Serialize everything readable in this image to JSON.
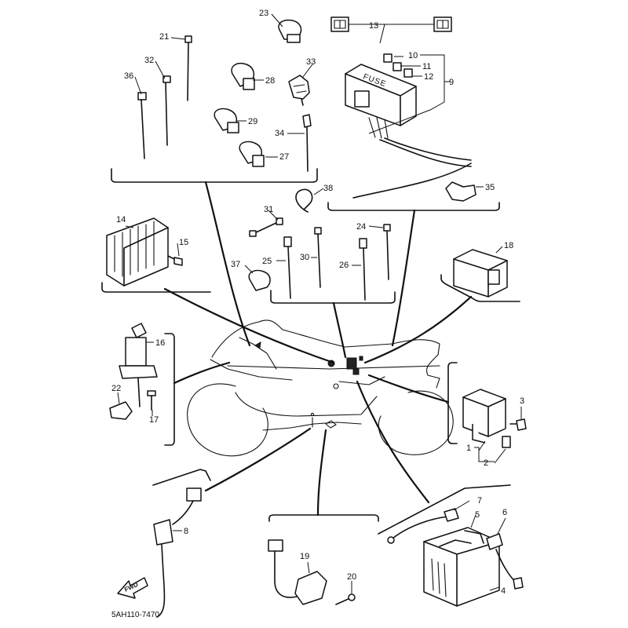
{
  "diagram": {
    "code": "5AH110-7470",
    "fwd_label": "FWD",
    "fuse_label": "FUSE",
    "callouts": [
      {
        "id": "c23",
        "label": "23"
      },
      {
        "id": "c21",
        "label": "21"
      },
      {
        "id": "c32",
        "label": "32"
      },
      {
        "id": "c36",
        "label": "36"
      },
      {
        "id": "c28",
        "label": "28"
      },
      {
        "id": "c33",
        "label": "33"
      },
      {
        "id": "c29",
        "label": "29"
      },
      {
        "id": "c34",
        "label": "34"
      },
      {
        "id": "c27",
        "label": "27"
      },
      {
        "id": "c13",
        "label": "13"
      },
      {
        "id": "c10",
        "label": "10"
      },
      {
        "id": "c11",
        "label": "11"
      },
      {
        "id": "c12",
        "label": "12"
      },
      {
        "id": "c9",
        "label": "9"
      },
      {
        "id": "c35",
        "label": "35"
      },
      {
        "id": "c38",
        "label": "38"
      },
      {
        "id": "c31",
        "label": "31"
      },
      {
        "id": "c24",
        "label": "24"
      },
      {
        "id": "c14",
        "label": "14"
      },
      {
        "id": "c15",
        "label": "15"
      },
      {
        "id": "c25",
        "label": "25"
      },
      {
        "id": "c30",
        "label": "30"
      },
      {
        "id": "c26",
        "label": "26"
      },
      {
        "id": "c37",
        "label": "37"
      },
      {
        "id": "c18",
        "label": "18"
      },
      {
        "id": "c16",
        "label": "16"
      },
      {
        "id": "c22",
        "label": "22"
      },
      {
        "id": "c17",
        "label": "17"
      },
      {
        "id": "c3",
        "label": "3"
      },
      {
        "id": "c1",
        "label": "1"
      },
      {
        "id": "c2",
        "label": "2"
      },
      {
        "id": "c8",
        "label": "8"
      },
      {
        "id": "c7",
        "label": "7"
      },
      {
        "id": "c5",
        "label": "5"
      },
      {
        "id": "c6",
        "label": "6"
      },
      {
        "id": "c4",
        "label": "4"
      },
      {
        "id": "c19",
        "label": "19"
      },
      {
        "id": "c20",
        "label": "20"
      }
    ]
  }
}
